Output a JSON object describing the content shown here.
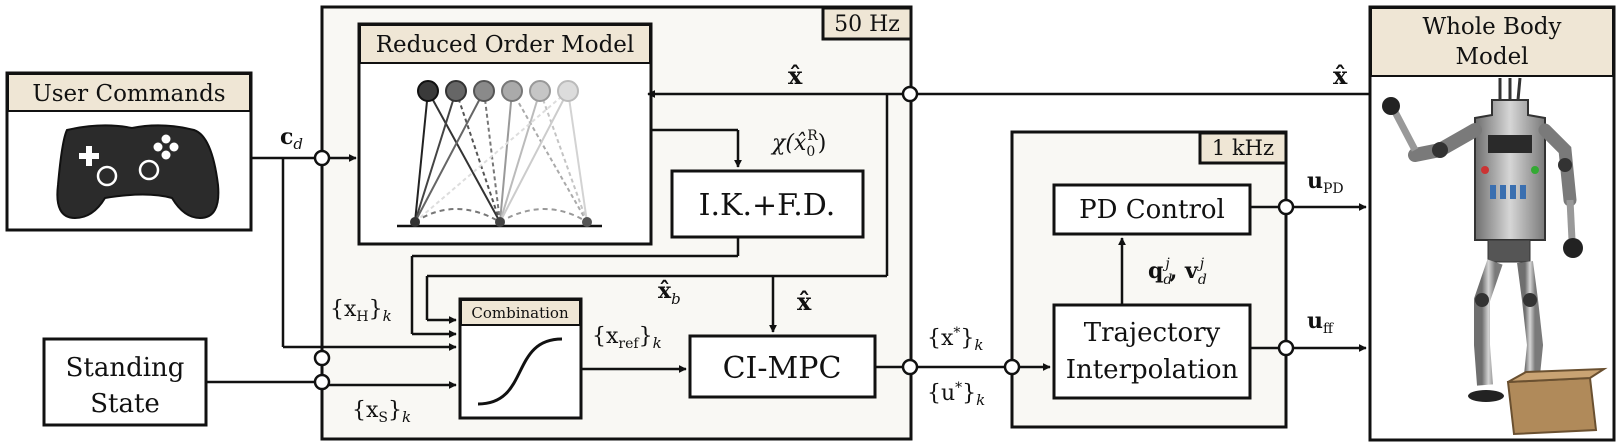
{
  "blocks": {
    "user_commands": "User Commands",
    "reduced_order_model": "Reduced Order Model",
    "ik_fd": "I.K.+F.D.",
    "combination": "Combination",
    "ci_mpc": "CI-MPC",
    "standing_state_line1": "Standing",
    "standing_state_line2": "State",
    "pd_control": "PD Control",
    "traj_line1": "Trajectory",
    "traj_line2": "Interpolation",
    "whole_body_line1": "Whole Body",
    "whole_body_line2": "Model"
  },
  "rates": {
    "mpc_rate": "50 Hz",
    "inner_rate": "1 kHz"
  },
  "signals": {
    "c_d": "c",
    "c_d_sub": "d",
    "xhat_top": "x̂",
    "xhat_right": "x̂",
    "xhat_mid": "x̂",
    "chi_main": "χ(x̂",
    "chi_sub": "0",
    "chi_sup": "R",
    "chi_close": ")",
    "xH_open": "{x",
    "xH_sub": "H",
    "xH_close": "}",
    "xH_k": "k",
    "xS_open": "{x",
    "xS_sub": "S",
    "xS_close": "}",
    "xS_k": "k",
    "xb_main": "x̂",
    "xb_sub": "b",
    "xref_open": "{x",
    "xref_sub": "ref",
    "xref_close": "}",
    "xref_k": "k",
    "xstar_open": "{x",
    "xstar_sup": "*",
    "xstar_close": "}",
    "xstar_k": "k",
    "ustar_open": "{u",
    "ustar_sup": "*",
    "ustar_close": "}",
    "ustar_k": "k",
    "q_main": "q",
    "q_sub": "d",
    "q_sup": "j",
    "v_sep": ", v",
    "v_sub": "d",
    "v_sup": "j",
    "upd_main": "u",
    "upd_sub": "PD",
    "uff_main": "u",
    "uff_sub": "ff"
  },
  "colors": {
    "panel_fill": "#f9f8f4",
    "title_fill": "#efe6d5",
    "gamepad": "#2b2b2b",
    "line": "#111111"
  },
  "icons": [
    "gamepad-icon",
    "robot-image",
    "s-curve-icon",
    "pendulum-stack-icon"
  ]
}
